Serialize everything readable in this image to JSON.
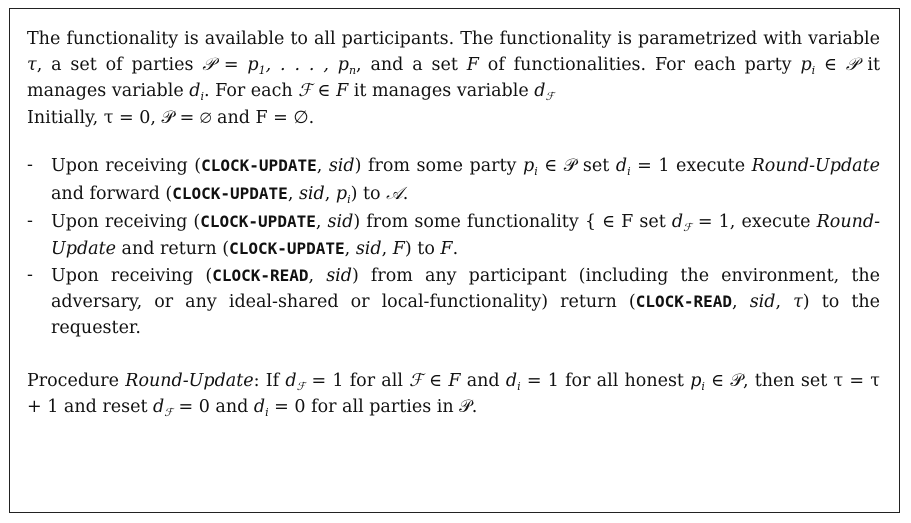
{
  "intro": {
    "l1": "The functionality is available to all participants. The functionality is parametrized with variable ",
    "tau": "τ",
    "l2": ", a set of parties ",
    "P": "𝒫",
    "eq1": " = p",
    "s1": "1",
    "dots": ", . . . , p",
    "sn": "n",
    "l3": ", and a set ",
    "F": "F",
    "l4": " of functionalities. For each party ",
    "pi": "p",
    "si": "i",
    "in1": " ∈ ",
    "P2": "𝒫",
    "l5": " it manages variable ",
    "di": "d",
    "sdi": "i",
    "l6": ". For each ",
    "FF": "ℱ",
    "in2": " ∈ ",
    "F2": "F",
    "l7": " it manages variable ",
    "dF": "d",
    "sdF": "ℱ",
    "init": "Initially, τ = 0, 𝒫 = ∅ and F = ∅."
  },
  "list": {
    "dash": "-",
    "item1": {
      "a": "Upon receiving (",
      "cmd": "CLOCK-UPDATE",
      "b": ", ",
      "sid": "sid",
      "c": ") from some party ",
      "d": "p",
      "di": "i",
      "e": " ∈ 𝒫 set ",
      "f": "d",
      "fi": "i",
      "g": " = 1 execute ",
      "ru": "Round-Update",
      "h": " and forward (",
      "cmd2": "CLOCK-UPDATE",
      "i": ", ",
      "sid2": "sid",
      "j": ", ",
      "k": "p",
      "ki": "i",
      "l": ") to ",
      "adv": "𝒜",
      "m": "."
    },
    "item2": {
      "a": "Upon receiving (",
      "cmd": "CLOCK-UPDATE",
      "b": ", ",
      "sid": "sid",
      "c": ") from some functionality { ∈ F set ",
      "d": "d",
      "ds": "ℱ",
      "e": " = 1, execute ",
      "ru": "Round-Update",
      "f": " and return (",
      "cmd2": "CLOCK-UPDATE",
      "g": ", ",
      "sid2": "sid",
      "h": ", ",
      "F": "F",
      "i": ") to ",
      "F2": "F",
      "j": "."
    },
    "item3": {
      "a": "Upon receiving (",
      "cmd": "CLOCK-READ",
      "b": ", ",
      "sid": "sid",
      "c": ") from any participant (including the environment, the adversary, or any ideal-shared or local-functionality) return (",
      "cmd2": "CLOCK-READ",
      "d": ", ",
      "sid2": "sid",
      "e": ", ",
      "tau": "τ",
      "f": ") to the requester."
    }
  },
  "procedure": {
    "a": "Procedure ",
    "ru": "Round-Update",
    "b": ": If ",
    "c": "d",
    "cs": "ℱ",
    "d": " = 1 for all ",
    "e": "ℱ",
    "f": " ∈ ",
    "g": "F",
    "h": " and ",
    "i": "d",
    "is": "i",
    "j": " = 1 for all honest ",
    "k": "p",
    "ks": "i",
    "l": " ∈ 𝒫, then set τ = τ + 1 and reset ",
    "m": "d",
    "ms": "ℱ",
    "n": " = 0 and ",
    "o": "d",
    "os": "i",
    "p": " = 0 for all parties in 𝒫."
  }
}
